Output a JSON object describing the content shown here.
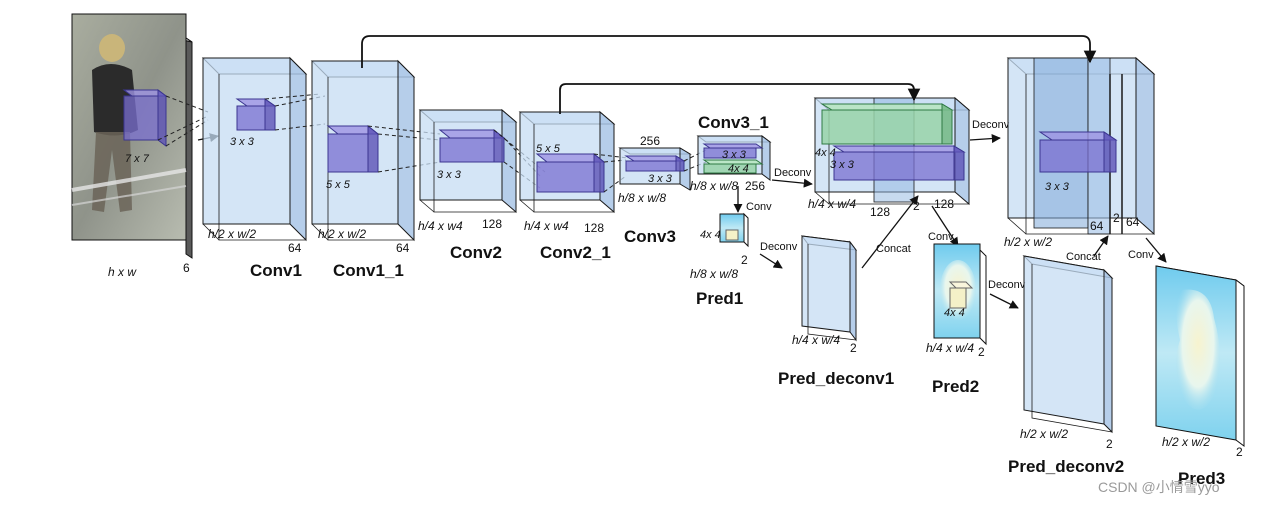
{
  "layers": {
    "input": {
      "dims": "h x w",
      "channels": "6",
      "kernel": "7 x 7"
    },
    "conv1": {
      "name": "Conv1",
      "dims": "h/2 x  w/2",
      "channels": "64",
      "kernel": "3 x 3"
    },
    "conv1_1": {
      "name": "Conv1_1",
      "dims": "h/2 x  w/2",
      "channels": "64",
      "kernel": "5 x 5"
    },
    "conv2": {
      "name": "Conv2",
      "dims": "h/4 x w4",
      "channels": "128",
      "kernel": "3 x 3"
    },
    "conv2_1": {
      "name": "Conv2_1",
      "dims": "h/4 x w4",
      "channels": "128",
      "kernel": "5 x 5"
    },
    "conv3": {
      "name": "Conv3",
      "dims": "h/8 x w/8",
      "channels": "256",
      "kernel": "3 x 3"
    },
    "conv3_1": {
      "name": "Conv3_1",
      "dims": "h/8 x w/8",
      "channels": "256",
      "kernel_a": "3 x 3",
      "kernel_b": "4x 4"
    },
    "pred1": {
      "name": "Pred1",
      "dims": "h/8 x w/8",
      "channels": "2",
      "kernel": "4x 4"
    },
    "concat1": {
      "dims": "h/4 x w/4",
      "channels_a": "128",
      "channels_b": "2",
      "channels_c": "128",
      "kernel_a": "4x 4",
      "kernel_b": "3 x 3"
    },
    "pred_deconv1": {
      "name": "Pred_deconv1",
      "dims": "h/4 x w/4",
      "channels": "2"
    },
    "pred2": {
      "name": "Pred2",
      "dims": "h/4 x w/4",
      "channels": "2",
      "kernel": "4x 4"
    },
    "concat2": {
      "dims": "h/2 x w/2",
      "channels_a": "64",
      "channels_b": "2",
      "channels_c": "64",
      "kernel": "3 x 3"
    },
    "pred_deconv2": {
      "name": "Pred_deconv2",
      "dims": "h/2 x w/2",
      "channels": "2"
    },
    "pred3": {
      "name": "Pred3",
      "dims": "h/2 x w/2",
      "channels": "2"
    }
  },
  "ops": {
    "conv": "Conv",
    "deconv": "Deconv",
    "concat": "Concat"
  },
  "watermark": "CSDN @小情雪yyo",
  "colors": {
    "feature_map": "#c6dcf3",
    "kernel_purple": "#7a6fd0",
    "kernel_green": "#98d4a8",
    "prediction_cyan": "#7fd2ee",
    "prediction_yellow": "#f4f1c8"
  }
}
